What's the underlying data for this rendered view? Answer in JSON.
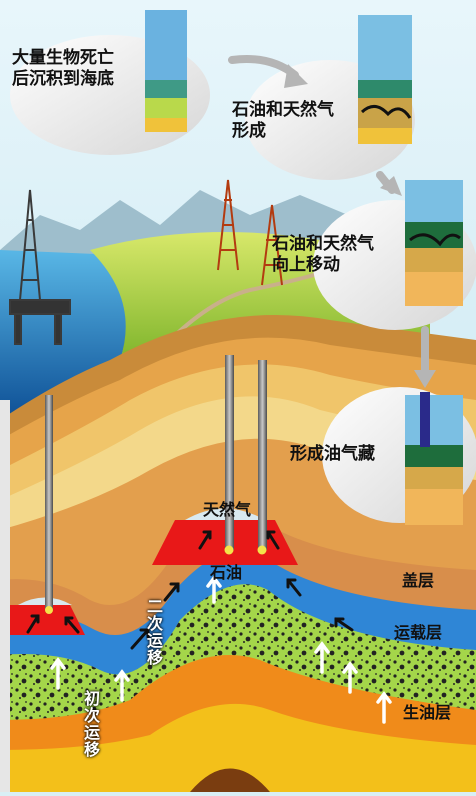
{
  "stages": [
    {
      "label": "大量生物死亡\n后沉积到海底"
    },
    {
      "label": "石油和天然气\n形成"
    },
    {
      "label": "石油和天然气\n向上移动"
    },
    {
      "label": "形成油气藏"
    }
  ],
  "layers": {
    "cap": "盖层",
    "carrier": "运载层",
    "source": "生油层"
  },
  "products": {
    "gas": "天然气",
    "oil": "石油"
  },
  "migration": {
    "secondary": "二次运移",
    "primary": "初次运移"
  },
  "colors": {
    "background": "#d9eff5",
    "sea": "#1f6fb3",
    "grass": "#9ccc3c",
    "cap_rock": "#e8a34a",
    "carrier_rock": "#2f86d6",
    "source_rock": "#a4d64a",
    "oil": "#e81818",
    "deep_rock": "#f3c01a"
  }
}
